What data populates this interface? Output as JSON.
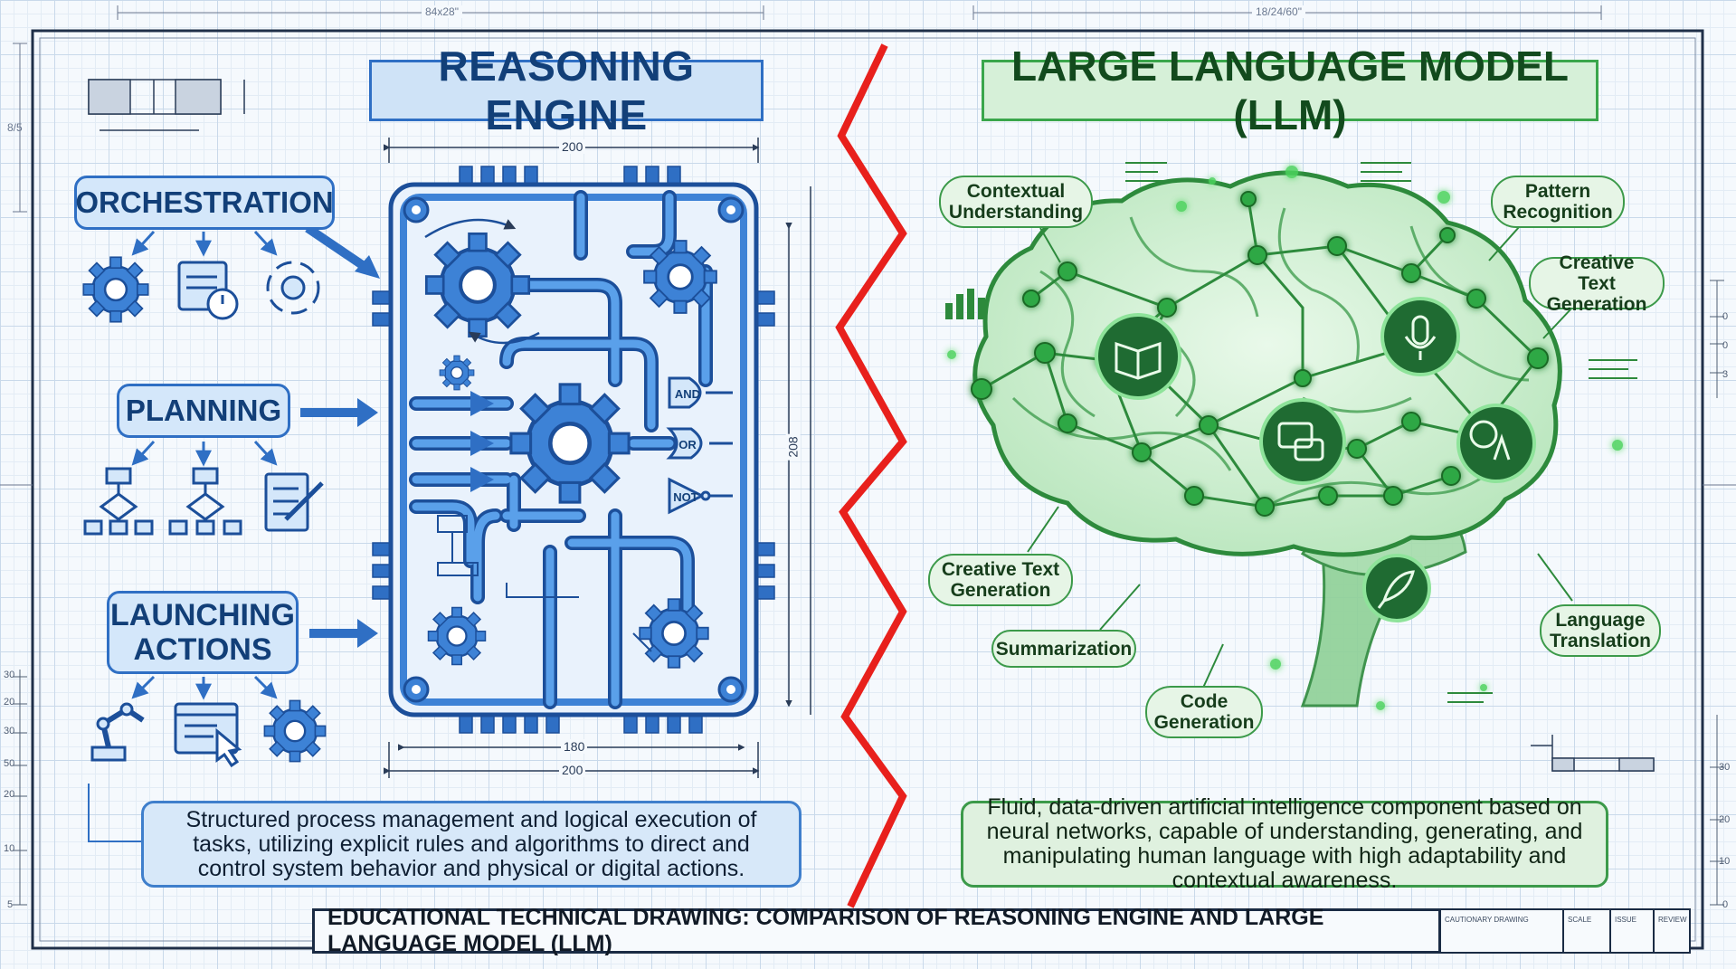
{
  "left": {
    "title": "REASONING ENGINE",
    "modules": {
      "orchestration": "ORCHESTRATION",
      "planning": "PLANNING",
      "launching_actions": "LAUNCHING ACTIONS"
    },
    "logic_gates": [
      "AND",
      "OR",
      "NOT"
    ],
    "dimensions": {
      "top": "200",
      "side": "208",
      "bottom_inner": "180",
      "bottom_outer": "200"
    },
    "description": "Structured process management and logical execution of tasks, utilizing explicit rules and algorithms to direct and control system behavior and physical or digital actions."
  },
  "right": {
    "title": "LARGE LANGUAGE MODEL (LLM)",
    "capabilities": {
      "contextual_understanding": "Contextual Understanding",
      "pattern_recognition": "Pattern Recognition",
      "creative_text_generation_right": "Creative Text Generation",
      "creative_text_generation_left": "Creative Text Generation",
      "summarization": "Summarization",
      "code_generation": "Code Generation",
      "language_translation": "Language Translation"
    },
    "description": "Fluid, data-driven artificial intelligence component based on neural networks, capable of understanding, generating, and manipulating human language with high adaptability and contextual awareness."
  },
  "sheet": {
    "top_dim_left": "84x28\"",
    "top_dim_right": "18/24/60\"",
    "left_margin_mark": "8/5",
    "ruler_left": [
      "30",
      "20",
      "30",
      "50",
      "20",
      "10",
      "5"
    ],
    "ruler_right": [
      "0",
      "0",
      "3",
      "30",
      "20",
      "10",
      "0"
    ],
    "title_block": "EDUCATIONAL TECHNICAL DRAWING: COMPARISON OF REASONING ENGINE AND LARGE LANGUAGE MODEL (LLM)",
    "meta_cells": [
      "CAUTIONARY DRAWING",
      "SCALE",
      "ISSUE",
      "REVIEW"
    ]
  },
  "colors": {
    "blue_accent": "#2f6fc4",
    "green_accent": "#3aa64b",
    "divider_red": "#e8201c",
    "ink": "#1a2b44"
  }
}
